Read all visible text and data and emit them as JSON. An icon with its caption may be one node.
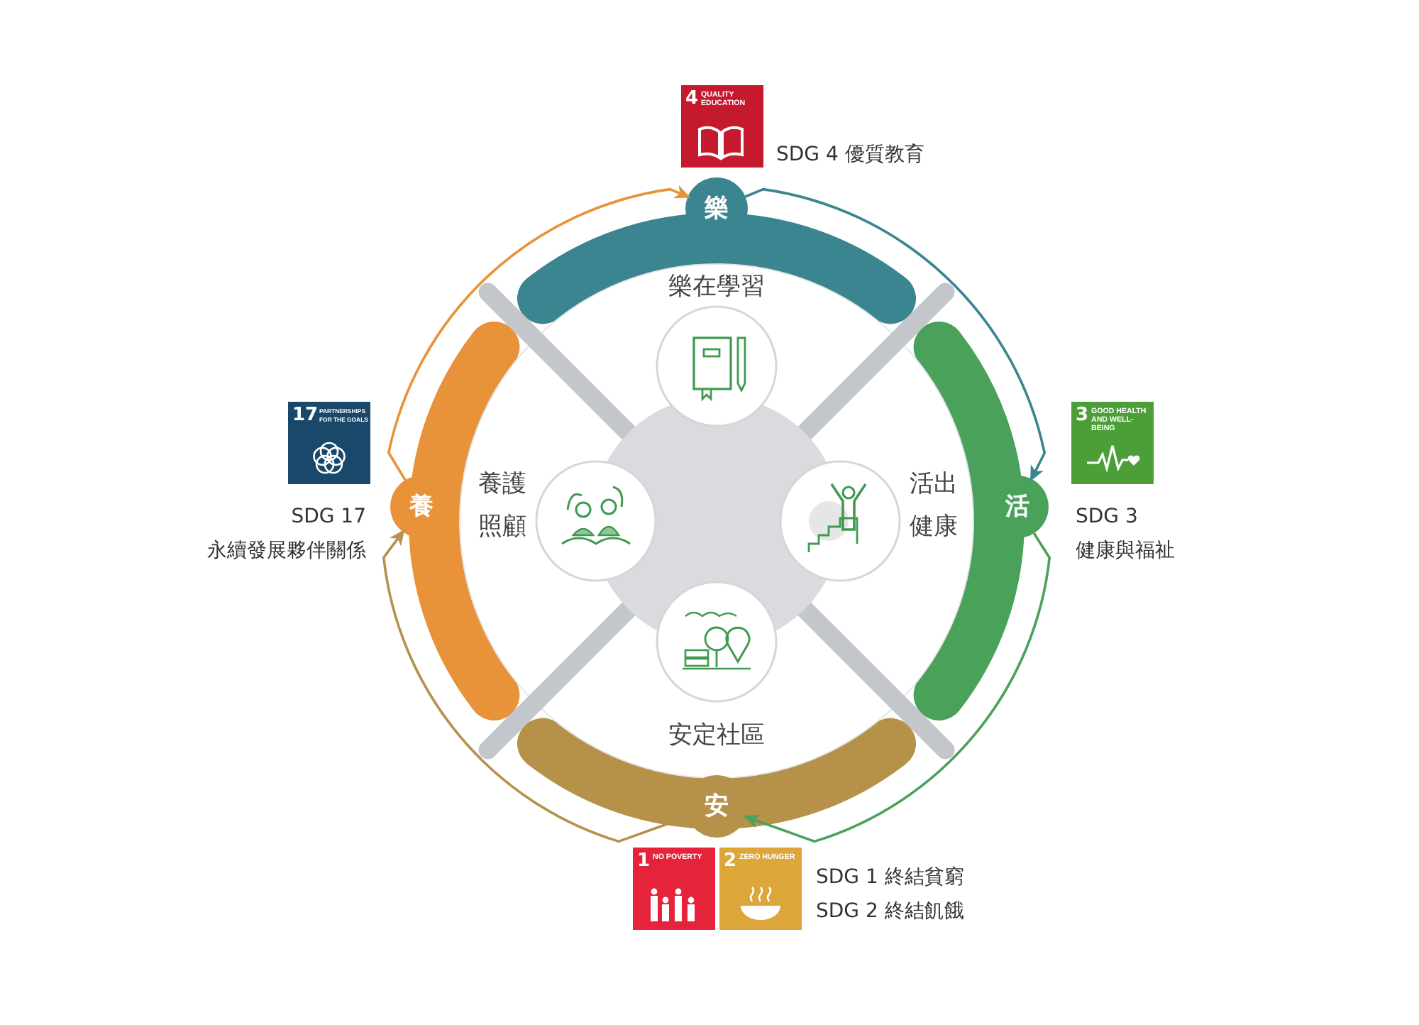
{
  "diagram": {
    "nodes": [
      {
        "text": [
          "4",
          "QUALITY EDUCATION"
        ],
        "beside": [
          "SDG 4 優質教育"
        ]
      },
      {
        "text": [
          "樂"
        ]
      },
      {
        "text": [
          "樂在學習"
        ]
      },
      {
        "text": [
          "17",
          "PARTNERSHIPS FOR THE GOALS"
        ],
        "beside": [
          "SDG 17",
          "永續發展夥伴關係"
        ]
      },
      {
        "text": [
          "3",
          "GOOD HEALTH AND WELL-BEING"
        ],
        "beside": [
          "SDG 3",
          "健康與福祉"
        ]
      },
      {
        "text": [
          "養"
        ]
      },
      {
        "text": [
          "養護照顧"
        ]
      },
      {
        "text": [
          "活出健康"
        ]
      },
      {
        "text": [
          "活"
        ]
      },
      {
        "text": [
          "安定社區"
        ]
      },
      {
        "text": [
          "安"
        ]
      },
      {
        "text": [
          "1",
          "NO POVERTY"
        ]
      },
      {
        "text": [
          "2",
          "ZERO HUNGER"
        ],
        "beside": [
          "SDG 1 終結貧窮",
          "SDG 2 終結飢餓"
        ]
      },
      {
        "text": [],
        "shape": "circle"
      }
    ],
    "edges": [
      {
        "from": 1,
        "to": 8,
        "arrow": "to",
        "color": "#3a8590"
      },
      {
        "from": 8,
        "to": 10,
        "arrow": "to",
        "color": "#4aa25a"
      },
      {
        "from": 10,
        "to": 5,
        "arrow": "to",
        "color": "#b5914a"
      },
      {
        "from": 5,
        "to": 1,
        "arrow": "to",
        "color": "#e8923a"
      }
    ]
  }
}
